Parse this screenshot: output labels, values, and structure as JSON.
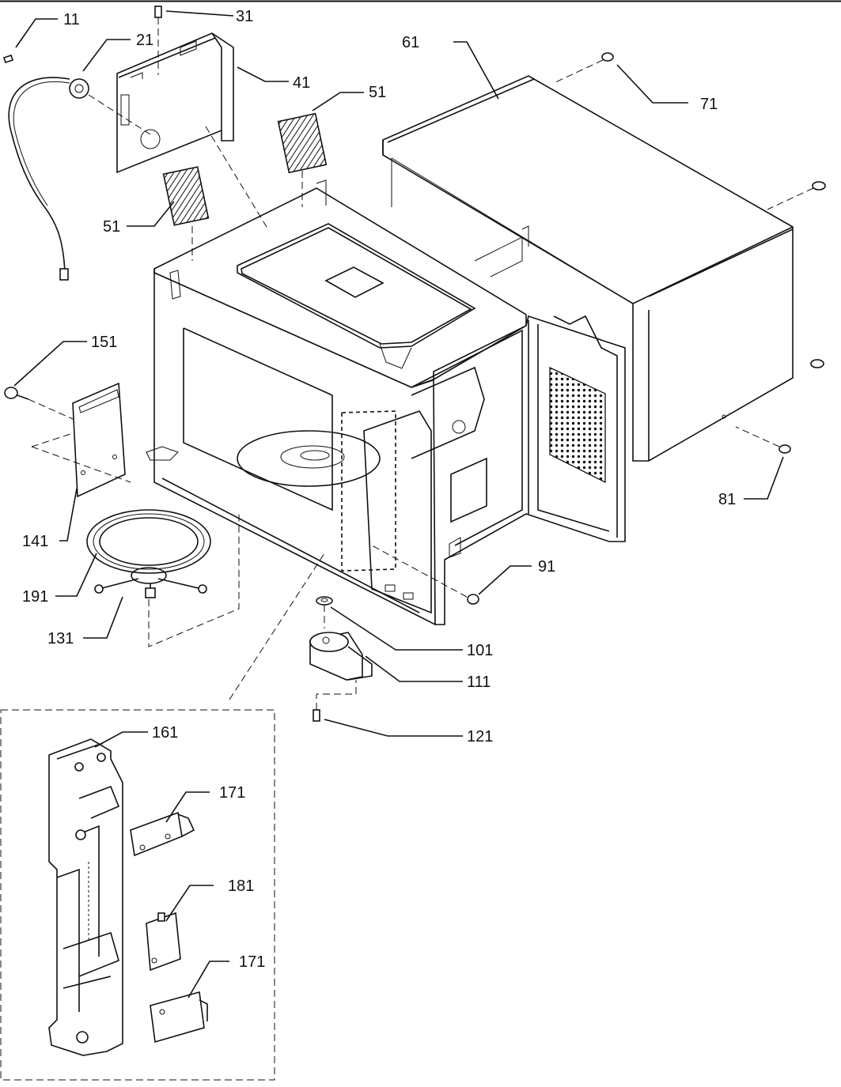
{
  "diagram": {
    "callouts": {
      "p11": "11",
      "p21": "21",
      "p31": "31",
      "p41": "41",
      "p51a": "51",
      "p51b": "51",
      "p61": "61",
      "p71": "71",
      "p81": "81",
      "p91": "91",
      "p101": "101",
      "p111": "111",
      "p121": "121",
      "p131": "131",
      "p141": "141",
      "p151": "151",
      "p161": "161",
      "p171a": "171",
      "p171b": "171",
      "p181": "181",
      "p191": "191"
    }
  }
}
